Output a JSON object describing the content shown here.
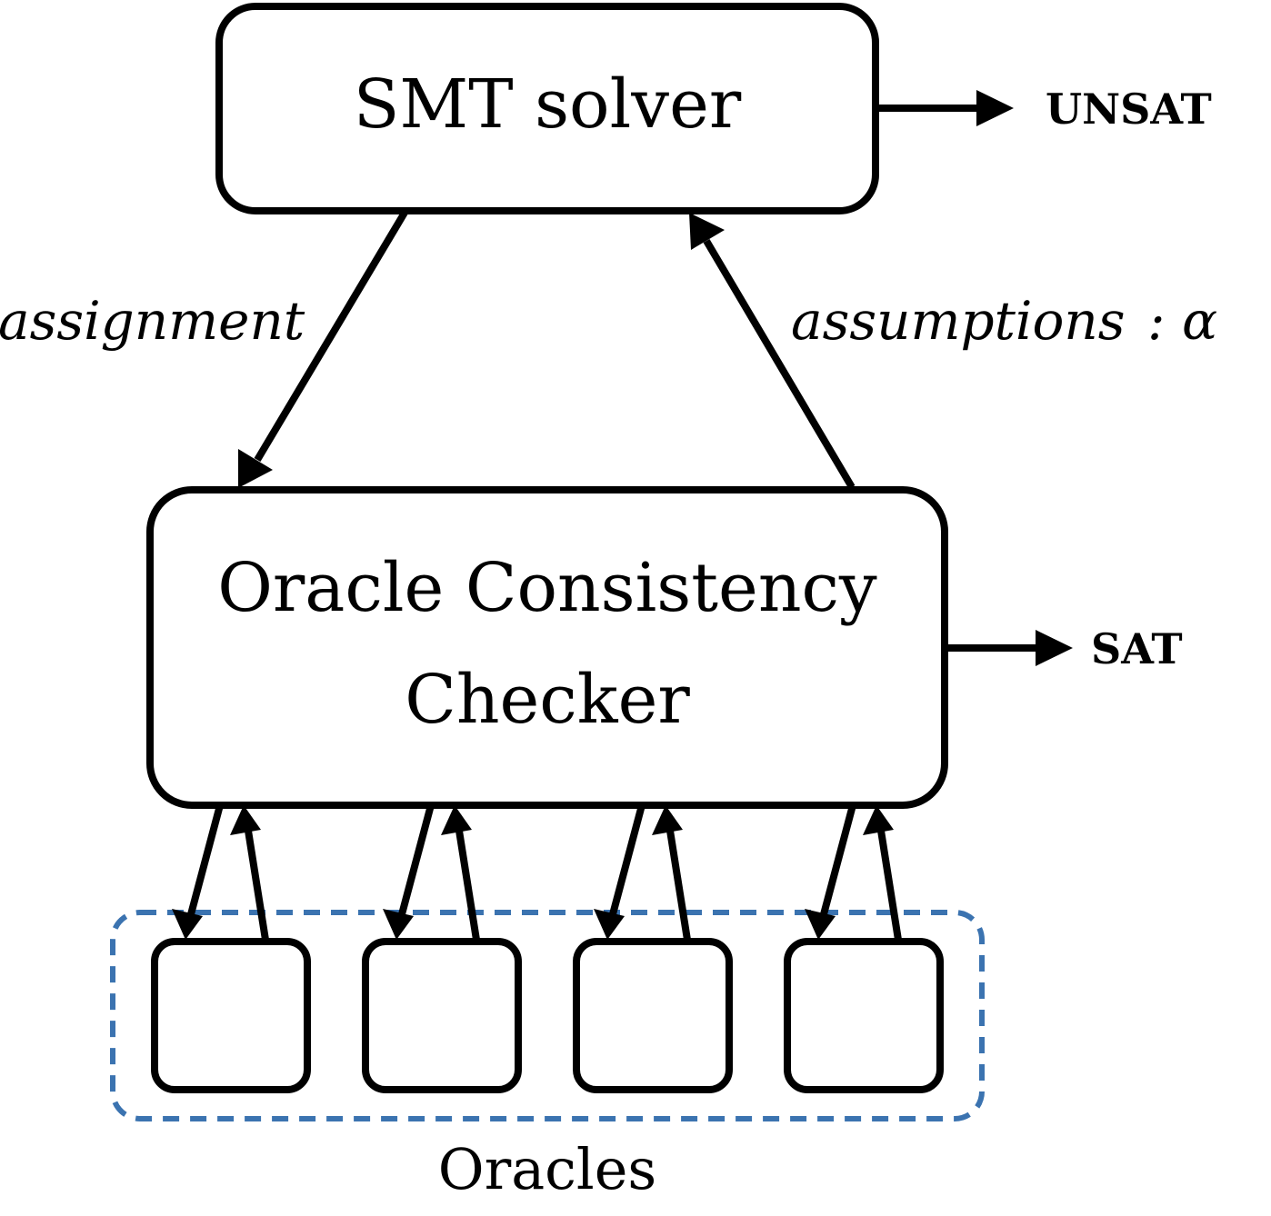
{
  "solver": {
    "label": "SMT solver"
  },
  "checker": {
    "line1": "Oracle Consistency",
    "line2": "Checker"
  },
  "outputs": {
    "unsat": "UNSAT",
    "sat": "SAT"
  },
  "edges": {
    "assignment": "assignment",
    "assumptions": "assumptions",
    "assumptions_suffix": ": α"
  },
  "oracles": {
    "label": "Oracles",
    "count": 4
  },
  "colors": {
    "stroke": "#000000",
    "group_outline": "#3b73b0",
    "background": "#ffffff"
  }
}
